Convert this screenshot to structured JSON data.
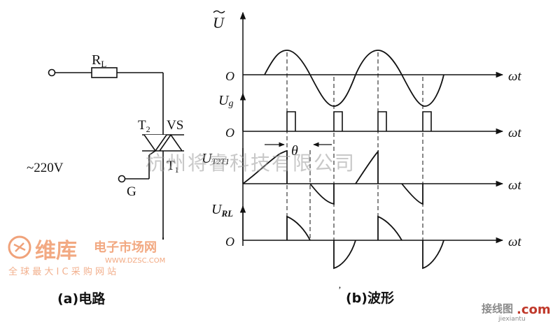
{
  "circuit": {
    "resistor_label": "R",
    "resistor_sub": "L",
    "terminal_t2": "T",
    "terminal_t2_sub": "2",
    "device_label": "VS",
    "terminal_t1": "T",
    "terminal_t1_sub": "1",
    "gate_label": "G",
    "supply_label": "~220V",
    "caption": "(a)电路"
  },
  "waveforms": {
    "caption": "(b)波形",
    "axis_label": "ωt",
    "origin_label": "O",
    "theta_label": "θ",
    "traces": [
      {
        "id": "supply",
        "label": "U",
        "label_sub": ""
      },
      {
        "id": "gate",
        "label": "U",
        "label_sub": "g"
      },
      {
        "id": "thyristor",
        "label": "U",
        "label_sub": "T2T1"
      },
      {
        "id": "load",
        "label": "U",
        "label_sub": "RL"
      }
    ]
  },
  "watermarks": {
    "center": "杭州将睿科技有限公司",
    "logo_main": "维库",
    "logo_sub": "电子市场网",
    "logo_url": "WWW.DZSC.COM",
    "logo_tagline": "全 球 最 大 I C 采 购 网 站",
    "corner_main": "接线图",
    "corner_com": ".com",
    "corner_url": "jiexiantu"
  }
}
